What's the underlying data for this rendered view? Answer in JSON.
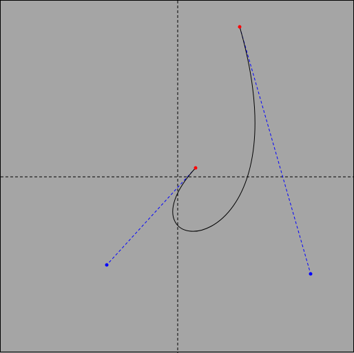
{
  "canvas": {
    "background": "#a5a5a5",
    "border_color": "#000000"
  },
  "axes": {
    "style": "dashed",
    "color": "#000000"
  },
  "curve": {
    "type": "cubic-bezier",
    "color": "#000000",
    "start_point": [
      283,
      243
    ],
    "control_point_1": [
      154,
      384
    ],
    "control_point_2": [
      450,
      397
    ],
    "end_point": [
      347,
      38
    ],
    "endpoint_color": "#ff0000",
    "control_point_color": "#0000ff",
    "handle_line_color": "#0000ff",
    "handle_line_style": "dashed"
  }
}
